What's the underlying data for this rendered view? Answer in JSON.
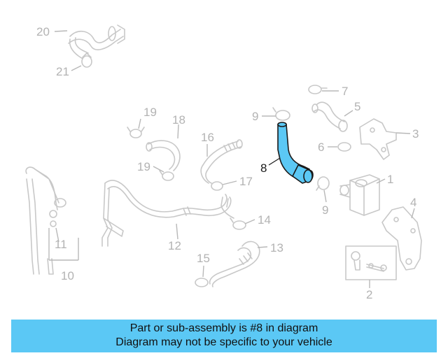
{
  "diagram": {
    "highlighted_part": "8",
    "highlight_color": "#5bc8f5",
    "callouts": [
      "1",
      "2",
      "3",
      "4",
      "5",
      "6",
      "7",
      "8",
      "9",
      "9",
      "10",
      "11",
      "12",
      "13",
      "14",
      "15",
      "16",
      "17",
      "18",
      "19",
      "19",
      "20",
      "21"
    ]
  },
  "banner": {
    "line1": "Part or sub-assembly is #8 in diagram",
    "line2": "Diagram may not be specific to your vehicle",
    "background": "#5bc8f5"
  }
}
